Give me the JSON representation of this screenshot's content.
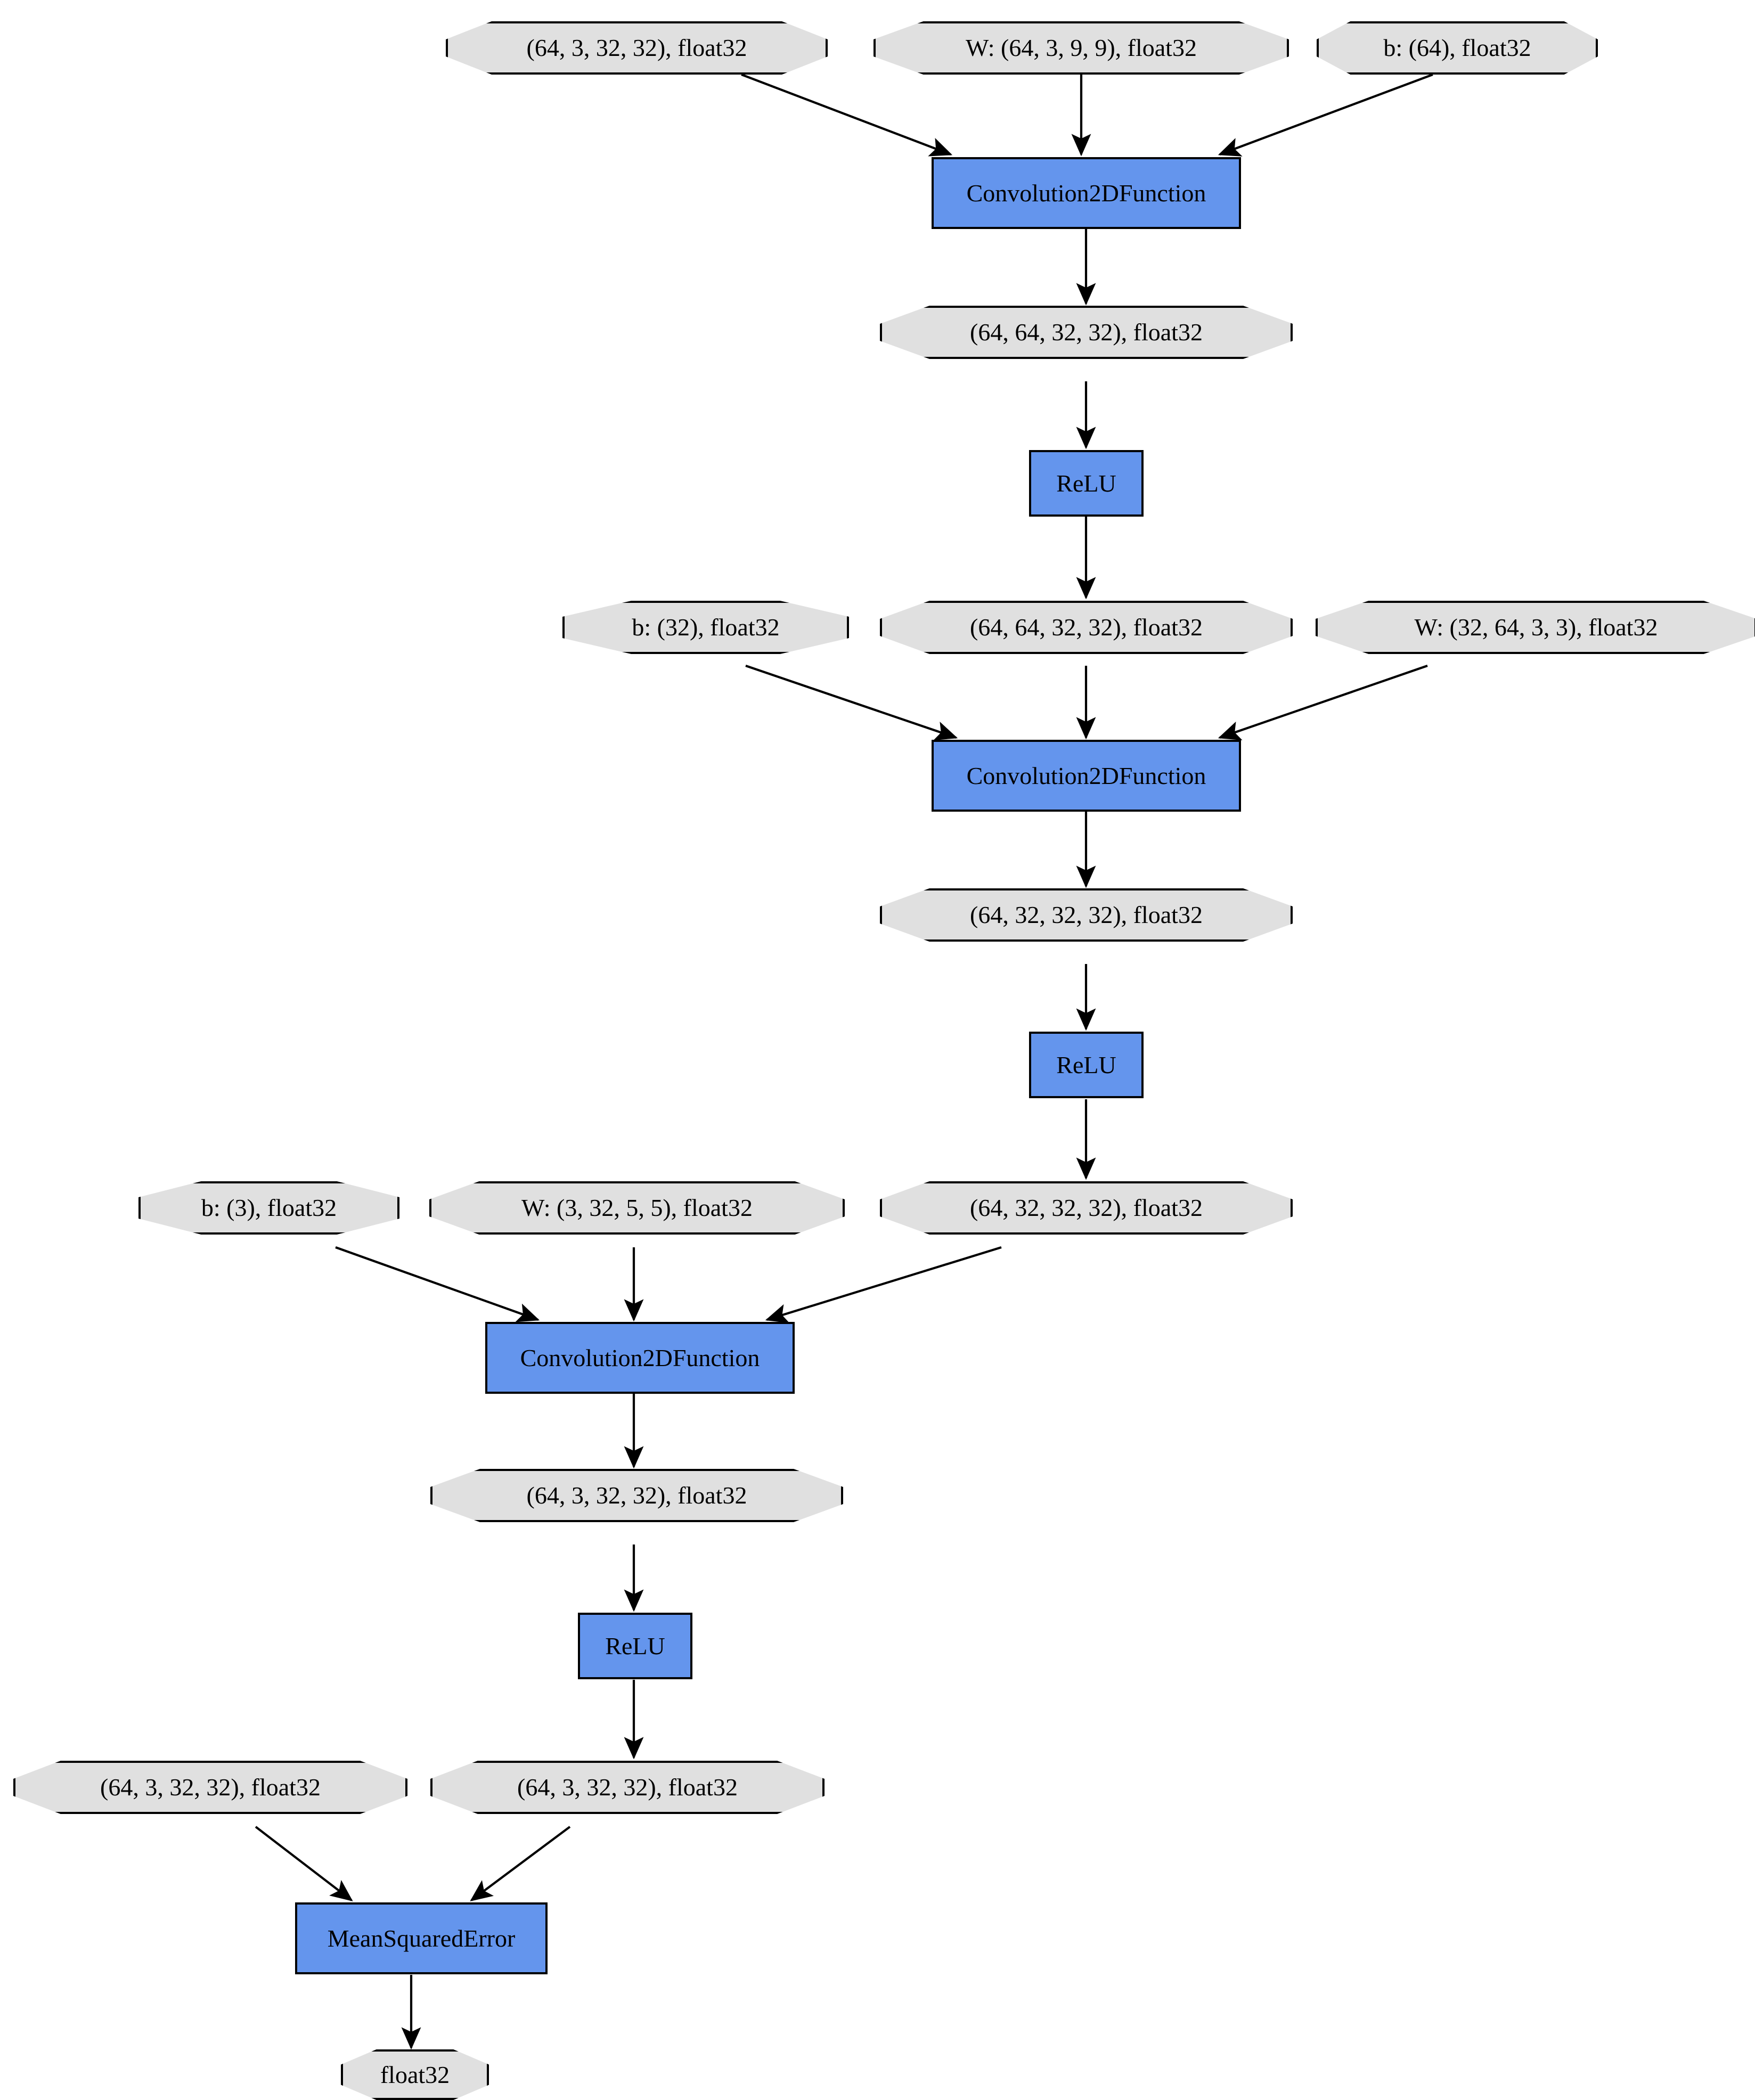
{
  "diagram": {
    "title": "Chainer computational graph",
    "colors": {
      "variable_fill": "#e0e0e0",
      "function_fill": "#6495ed",
      "stroke": "#000000",
      "background": "#ffffff"
    }
  },
  "nodes": [
    {
      "id": "n0",
      "label": "(64, 3, 32, 32), float32",
      "kind": "variable"
    },
    {
      "id": "n1",
      "label": "W: (64, 3, 9, 9), float32",
      "kind": "variable"
    },
    {
      "id": "n2",
      "label": "b: (64), float32",
      "kind": "variable"
    },
    {
      "id": "n3",
      "label": "Convolution2DFunction",
      "kind": "function"
    },
    {
      "id": "n4",
      "label": "(64, 64, 32, 32), float32",
      "kind": "variable"
    },
    {
      "id": "n5",
      "label": "ReLU",
      "kind": "function"
    },
    {
      "id": "n6",
      "label": "b: (32), float32",
      "kind": "variable"
    },
    {
      "id": "n7",
      "label": "(64, 64, 32, 32), float32",
      "kind": "variable"
    },
    {
      "id": "n8",
      "label": "W: (32, 64, 3, 3), float32",
      "kind": "variable"
    },
    {
      "id": "n9",
      "label": "Convolution2DFunction",
      "kind": "function"
    },
    {
      "id": "n10",
      "label": "(64, 32, 32, 32), float32",
      "kind": "variable"
    },
    {
      "id": "n11",
      "label": "ReLU",
      "kind": "function"
    },
    {
      "id": "n12",
      "label": "b: (3), float32",
      "kind": "variable"
    },
    {
      "id": "n13",
      "label": "W: (3, 32, 5, 5), float32",
      "kind": "variable"
    },
    {
      "id": "n14",
      "label": "(64, 32, 32, 32), float32",
      "kind": "variable"
    },
    {
      "id": "n15",
      "label": "Convolution2DFunction",
      "kind": "function"
    },
    {
      "id": "n16",
      "label": "(64, 3, 32, 32), float32",
      "kind": "variable"
    },
    {
      "id": "n17",
      "label": "ReLU",
      "kind": "function"
    },
    {
      "id": "n18",
      "label": "(64, 3, 32, 32), float32",
      "kind": "variable"
    },
    {
      "id": "n19",
      "label": "(64, 3, 32, 32), float32",
      "kind": "variable"
    },
    {
      "id": "n20",
      "label": "MeanSquaredError",
      "kind": "function"
    },
    {
      "id": "n21",
      "label": "float32",
      "kind": "variable"
    }
  ],
  "edges": [
    {
      "from": "n0",
      "to": "n3"
    },
    {
      "from": "n1",
      "to": "n3"
    },
    {
      "from": "n2",
      "to": "n3"
    },
    {
      "from": "n3",
      "to": "n4"
    },
    {
      "from": "n4",
      "to": "n5"
    },
    {
      "from": "n5",
      "to": "n7"
    },
    {
      "from": "n6",
      "to": "n9"
    },
    {
      "from": "n7",
      "to": "n9"
    },
    {
      "from": "n8",
      "to": "n9"
    },
    {
      "from": "n9",
      "to": "n10"
    },
    {
      "from": "n10",
      "to": "n11"
    },
    {
      "from": "n11",
      "to": "n14"
    },
    {
      "from": "n12",
      "to": "n15"
    },
    {
      "from": "n13",
      "to": "n15"
    },
    {
      "from": "n14",
      "to": "n15"
    },
    {
      "from": "n15",
      "to": "n16"
    },
    {
      "from": "n16",
      "to": "n17"
    },
    {
      "from": "n17",
      "to": "n19"
    },
    {
      "from": "n18",
      "to": "n20"
    },
    {
      "from": "n19",
      "to": "n20"
    },
    {
      "from": "n20",
      "to": "n21"
    }
  ]
}
